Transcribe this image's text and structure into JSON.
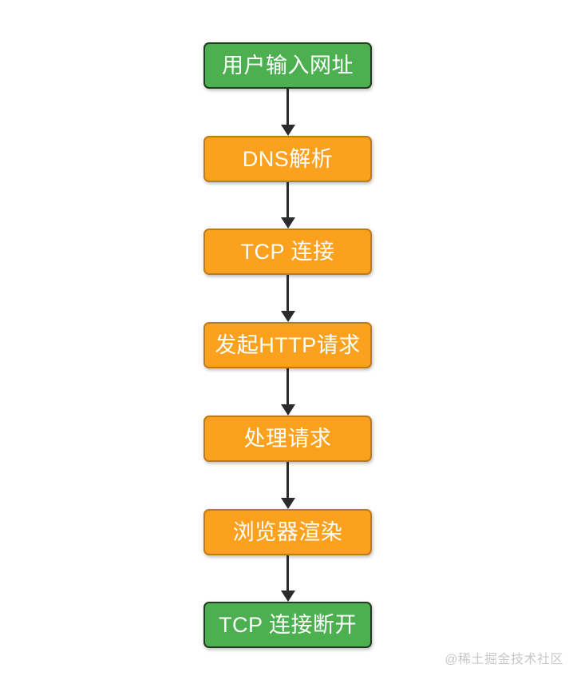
{
  "diagram": {
    "type": "flowchart",
    "direction": "top-to-bottom",
    "nodes": [
      {
        "id": "user-input-url",
        "label": "用户输入网址",
        "type": "start",
        "style": "green"
      },
      {
        "id": "dns-resolution",
        "label": "DNS解析",
        "type": "process",
        "style": "orange"
      },
      {
        "id": "tcp-connect",
        "label": "TCP 连接",
        "type": "process",
        "style": "orange"
      },
      {
        "id": "send-http-request",
        "label": "发起HTTP请求",
        "type": "process",
        "style": "orange"
      },
      {
        "id": "handle-request",
        "label": "处理请求",
        "type": "process",
        "style": "orange"
      },
      {
        "id": "browser-render",
        "label": "浏览器渲染",
        "type": "process",
        "style": "orange"
      },
      {
        "id": "tcp-disconnect",
        "label": "TCP 连接断开",
        "type": "end",
        "style": "green"
      }
    ],
    "edges": [
      {
        "from": "user-input-url",
        "to": "dns-resolution",
        "arrow": "down"
      },
      {
        "from": "dns-resolution",
        "to": "tcp-connect",
        "arrow": "down"
      },
      {
        "from": "tcp-connect",
        "to": "send-http-request",
        "arrow": "down"
      },
      {
        "from": "send-http-request",
        "to": "handle-request",
        "arrow": "down"
      },
      {
        "from": "handle-request",
        "to": "browser-render",
        "arrow": "down"
      },
      {
        "from": "browser-render",
        "to": "tcp-disconnect",
        "arrow": "down"
      }
    ],
    "colors": {
      "green_fill": "#4cb050",
      "green_border": "#1f3d20",
      "orange_fill": "#fba11e",
      "orange_border": "#bd7c1c",
      "arrow": "#2b2b2b",
      "node_text": "#ffffff",
      "watermark": "#c8c8c8",
      "background": "#ffffff"
    },
    "watermark_text": "@稀土掘金技术社区"
  }
}
